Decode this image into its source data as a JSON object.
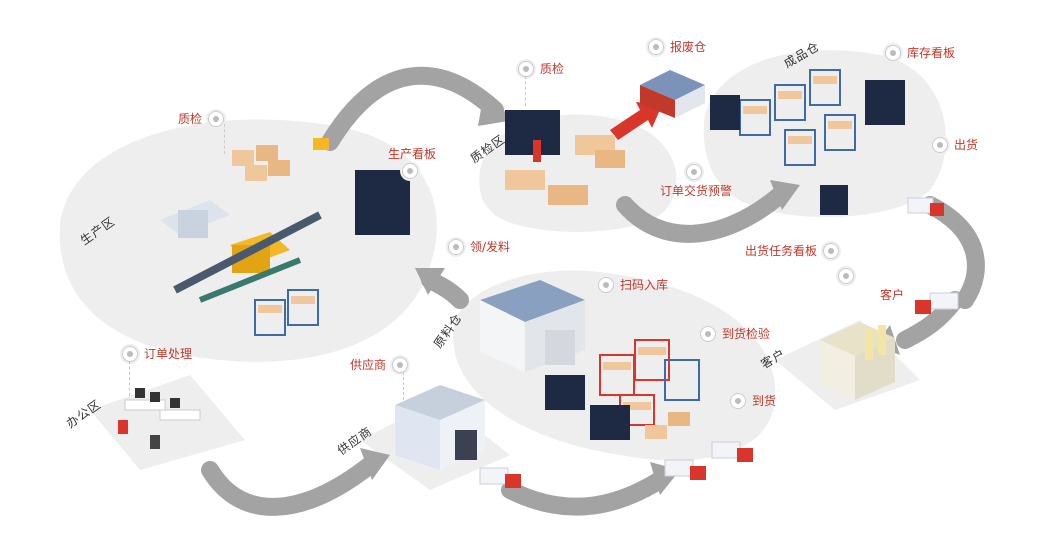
{
  "zones": {
    "production": "生产区",
    "qc_area": "质检区",
    "finished_warehouse": "成品仓",
    "office": "办公区",
    "supplier": "供应商",
    "raw_warehouse": "原料仓",
    "customer": "客户"
  },
  "tags": {
    "qc_production": "质检",
    "production_board": "生产看板",
    "qc_inspect": "质检",
    "scrap_warehouse": "报废仓",
    "inventory_board": "库存看板",
    "shipping": "出货",
    "order_delivery_alert": "订单交货预警",
    "shipping_task_board": "出货任务看板",
    "customer": "客户",
    "pick_issue": "领/发料",
    "scan_inbound": "扫码入库",
    "arrival_inspection": "到货检验",
    "arrival": "到货",
    "order_processing": "订单处理",
    "supplier": "供应商"
  },
  "colors": {
    "platform": "#eeeeee",
    "arrow": "#9e9e9e",
    "tag_text": "#c0392b",
    "truck_red": "#d9352b",
    "scrap_arrow": "#d9352b",
    "rack_blue": "#3d6aa8",
    "box": "#f0c79a",
    "machine_yellow": "#f4b826",
    "screen": "#1e2a44"
  }
}
